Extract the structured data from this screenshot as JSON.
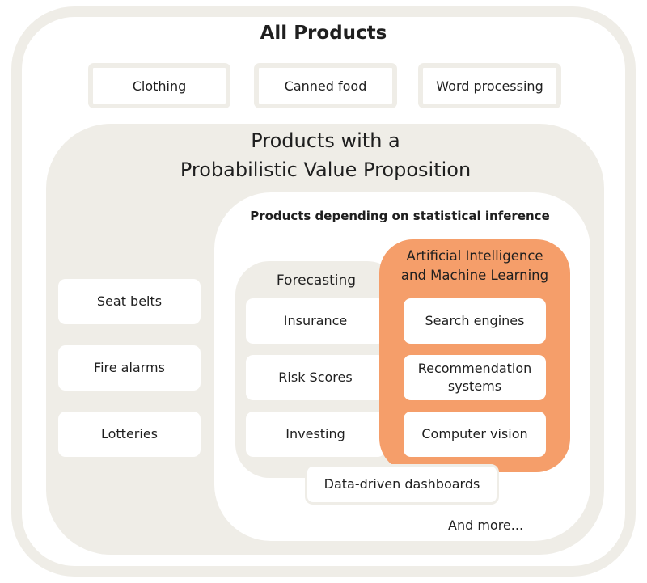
{
  "all_products": {
    "title": "All Products",
    "items": [
      "Clothing",
      "Canned food",
      "Word processing"
    ]
  },
  "probabilistic": {
    "title_line1": "Products with a",
    "title_line2": "Probabilistic Value Proposition",
    "items": [
      "Seat belts",
      "Fire alarms",
      "Lotteries"
    ]
  },
  "statistical_inference": {
    "title": "Products depending on statistical inference",
    "forecasting": {
      "title": "Forecasting",
      "items": [
        "Insurance",
        "Risk Scores",
        "Investing"
      ]
    },
    "ai_ml": {
      "title_line1": "Artificial Intelligence",
      "title_line2": "and Machine Learning",
      "items": [
        "Search engines",
        "Recommendation systems",
        "Computer vision"
      ]
    },
    "dashboards": "Data-driven dashboards",
    "more": "And more..."
  },
  "colors": {
    "region_fill": "#efede7",
    "ai_fill": "#f59e6a",
    "box_fill": "#ffffff"
  }
}
